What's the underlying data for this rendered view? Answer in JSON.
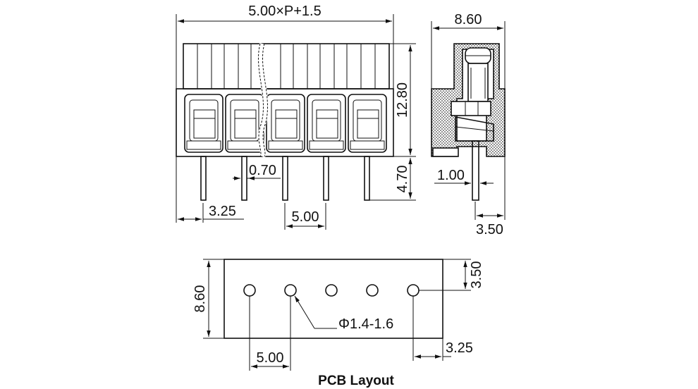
{
  "front_view": {
    "total_width_dim": "5.00×P+1.5",
    "pin_width_dim": "0.70",
    "edge_offset_dim": "3.25",
    "pitch_dim": "5.00",
    "body_height_dim": "12.80",
    "pin_length_dim": "4.70"
  },
  "side_view": {
    "depth_dim": "8.60",
    "pin_thickness_dim": "1.00",
    "pin_offset_dim": "3.50"
  },
  "pcb_layout": {
    "title": "PCB Layout",
    "height_dim": "8.60",
    "hole_offset_dim": "3.50",
    "hole_diameter": "Φ1.4-1.6",
    "pitch_dim": "5.00",
    "edge_offset_dim": "3.25",
    "hole_count": 5
  }
}
